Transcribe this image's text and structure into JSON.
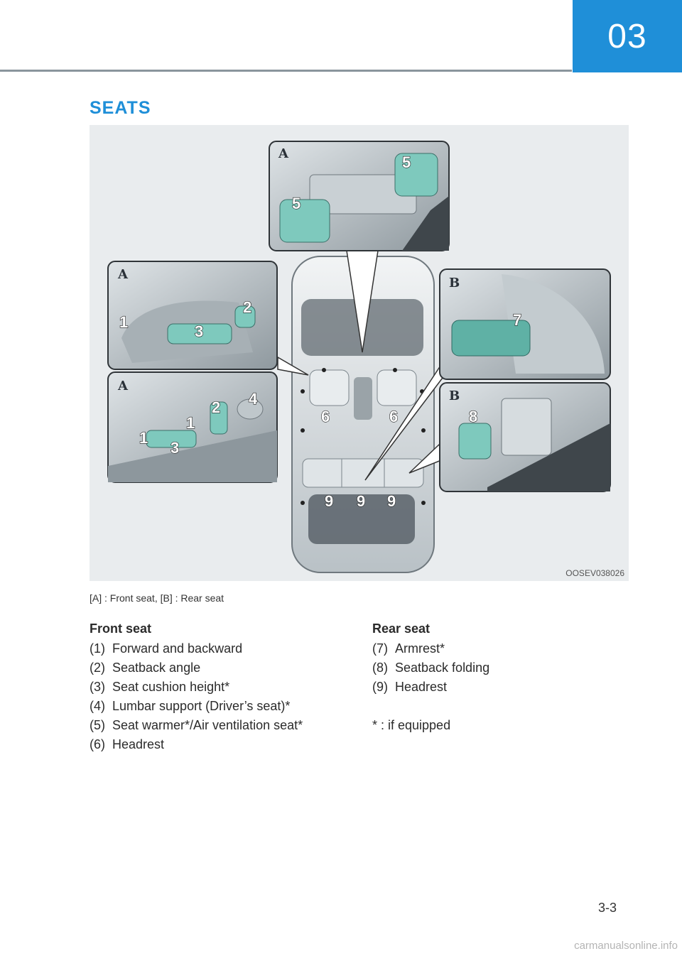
{
  "header": {
    "chapter": "03"
  },
  "section": {
    "title": "SEATS"
  },
  "figure": {
    "code": "OOSEV038026",
    "caption": "[A] : Front seat, [B] : Rear seat",
    "panel_letters": {
      "a": "A",
      "b": "B"
    },
    "callouts": {
      "n1": "1",
      "n2": "2",
      "n3": "3",
      "n4": "4",
      "n5": "5",
      "n6": "6",
      "n7": "7",
      "n8": "8",
      "n9": "9"
    }
  },
  "front_seat": {
    "heading": "Front seat",
    "items": [
      {
        "num": "(1)",
        "text": "Forward and backward"
      },
      {
        "num": "(2)",
        "text": "Seatback angle"
      },
      {
        "num": "(3)",
        "text": "Seat cushion height*"
      },
      {
        "num": "(4)",
        "text": "Lumbar support (Driver’s seat)*"
      },
      {
        "num": "(5)",
        "text": "Seat warmer*/Air ventilation seat*"
      },
      {
        "num": "(6)",
        "text": "Headrest"
      }
    ]
  },
  "rear_seat": {
    "heading": "Rear seat",
    "items": [
      {
        "num": "(7)",
        "text": "Armrest*"
      },
      {
        "num": "(8)",
        "text": "Seatback folding"
      },
      {
        "num": "(9)",
        "text": "Headrest"
      }
    ],
    "footnote": "* : if equipped"
  },
  "page": {
    "number": "3-3"
  },
  "watermark": "carmanualsonline.info"
}
